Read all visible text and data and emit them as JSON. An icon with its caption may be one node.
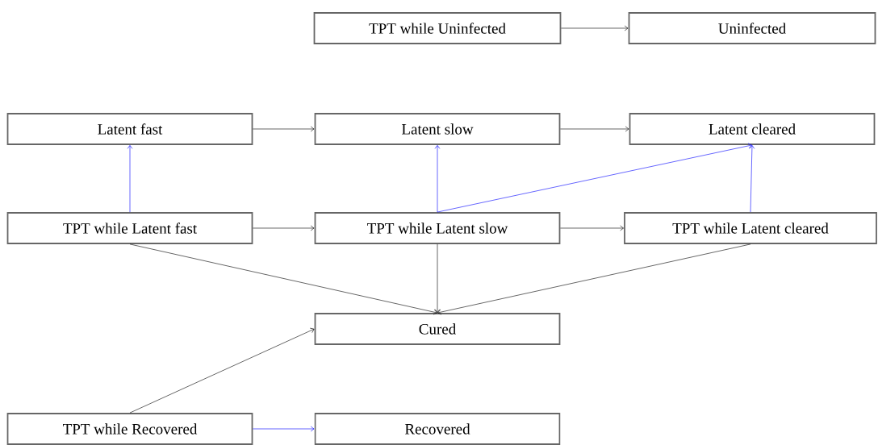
{
  "diagram": {
    "nodes": [
      {
        "text": [
          "TPT while Uninfected"
        ]
      },
      {
        "text": [
          "Uninfected"
        ]
      },
      {
        "text": [
          "Latent fast"
        ]
      },
      {
        "text": [
          "Latent slow"
        ]
      },
      {
        "text": [
          "Latent cleared"
        ]
      },
      {
        "text": [
          "TPT while Latent fast"
        ]
      },
      {
        "text": [
          "TPT while Latent slow"
        ]
      },
      {
        "text": [
          "TPT while Latent cleared"
        ]
      },
      {
        "text": [
          "Cured"
        ]
      },
      {
        "text": [
          "TPT while Recovered"
        ]
      },
      {
        "text": [
          "Recovered"
        ]
      }
    ],
    "edges": [
      {
        "from": 0,
        "to": 1,
        "arrow": "to"
      },
      {
        "from": 2,
        "to": 3,
        "arrow": "to"
      },
      {
        "from": 3,
        "to": 4,
        "arrow": "to"
      },
      {
        "from": 5,
        "to": 2,
        "arrow": "to",
        "color": "#0000ff"
      },
      {
        "from": 6,
        "to": 3,
        "arrow": "to",
        "color": "#0000ff"
      },
      {
        "from": 6,
        "to": 4,
        "arrow": "to",
        "color": "#0000ff"
      },
      {
        "from": 7,
        "to": 4,
        "arrow": "to",
        "color": "#0000ff"
      },
      {
        "from": 5,
        "to": 6,
        "arrow": "to"
      },
      {
        "from": 6,
        "to": 7,
        "arrow": "to"
      },
      {
        "from": 5,
        "to": 8,
        "arrow": "to"
      },
      {
        "from": 6,
        "to": 8,
        "arrow": "to"
      },
      {
        "from": 7,
        "to": 8,
        "arrow": "to"
      },
      {
        "from": 9,
        "to": 8,
        "arrow": "to"
      },
      {
        "from": 9,
        "to": 10,
        "arrow": "to",
        "color": "#0000ff"
      }
    ]
  }
}
